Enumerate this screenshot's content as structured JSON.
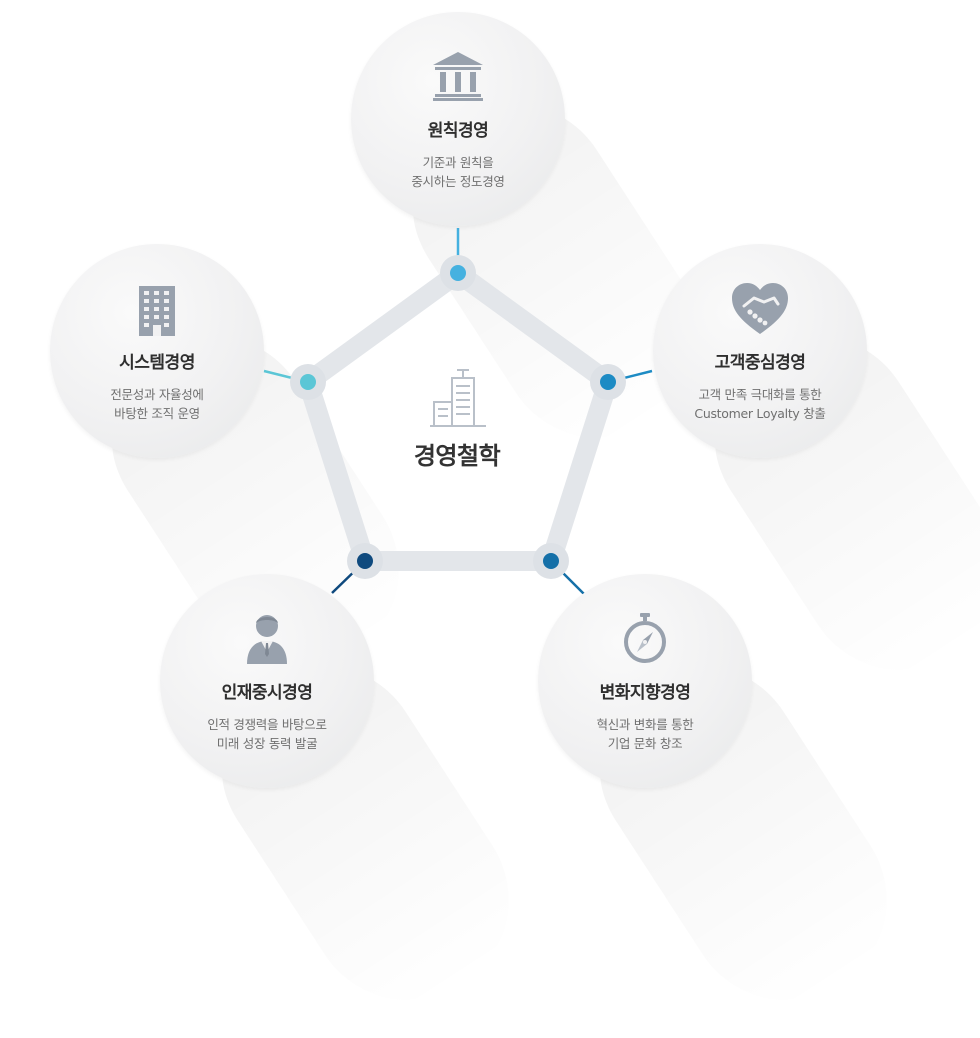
{
  "center": {
    "title": "경영철학"
  },
  "cards": {
    "principle": {
      "title": "원칙경영",
      "desc_line1": "기준과 원칙을",
      "desc_line2": "중시하는 정도경영"
    },
    "system": {
      "title": "시스템경영",
      "desc_line1": "전문성과 자율성에",
      "desc_line2": "바탕한 조직 운영"
    },
    "customer": {
      "title": "고객중심경영",
      "desc_line1": "고객 만족 극대화를 통한",
      "desc_line2": "Customer Loyalty 창출"
    },
    "people": {
      "title": "인재중시경영",
      "desc_line1": "인적 경쟁력을 바탕으로",
      "desc_line2": "미래 성장 동력 발굴"
    },
    "change": {
      "title": "변화지향경영",
      "desc_line1": "혁신과 변화를 통한",
      "desc_line2": "기업 문화 창조"
    }
  },
  "colors": {
    "pentagon": "#e3e6ea",
    "dot_principle": "#45b1e0",
    "dot_system": "#5bc6d6",
    "dot_customer": "#1d8bc4",
    "dot_people": "#0f4a7e",
    "dot_change": "#1570a8",
    "icon": "#98a1ad"
  },
  "icons": {
    "principle": "bank-icon",
    "system": "building-icon",
    "customer": "handshake-heart-icon",
    "people": "businessman-icon",
    "change": "compass-icon",
    "center": "buildings-icon"
  }
}
